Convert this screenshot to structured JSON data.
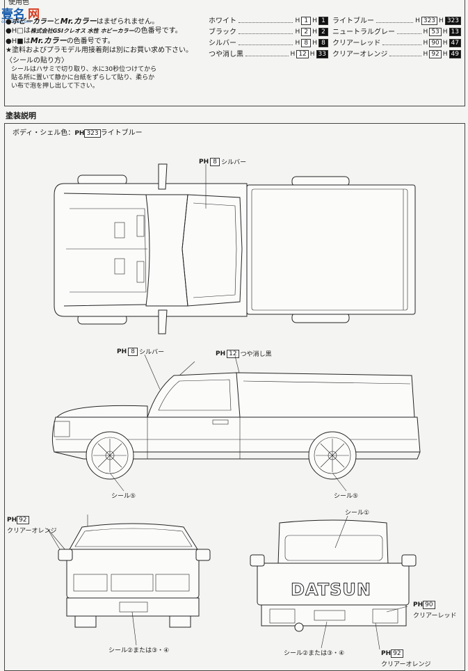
{
  "header": {
    "watermark_left": "壹名",
    "watermark_right": "网",
    "watermark_url": "ooo.show.com",
    "section_title": "使用色",
    "notes": [
      {
        "bullet": "●",
        "text_a": "ホビーカラー",
        "text_b": "と",
        "brand": "Mr.カラー",
        "text_c": "はまぜられません。"
      },
      {
        "bullet": "●H□",
        "text_a": "は",
        "maker": "株式会社GSIクレオス 水性 ホビーカラー",
        "text_c": "の色番号です。"
      },
      {
        "bullet": "●H■",
        "text_a": "は",
        "brand": "Mr.カラー",
        "text_c": "の色番号です。"
      },
      {
        "bullet": "★",
        "text_c": "塗料およびプラモデル用接着剤は別にお買い求め下さい。"
      }
    ],
    "sticker_title": "〈シールの貼り方〉",
    "sticker_text": [
      "シールはハサミで切り取り、水に30秒位つけてから",
      "貼る所に置いて静かに台紙をずらして貼り、柔らか",
      "い布で泡を押し出して下さい。"
    ]
  },
  "colors_left": [
    {
      "name": "ホワイト",
      "h1": "1",
      "h2": "1"
    },
    {
      "name": "ブラック",
      "h1": "2",
      "h2": "2"
    },
    {
      "name": "シルバー",
      "h1": "8",
      "h2": "8"
    },
    {
      "name": "つや消し黒",
      "h1": "12",
      "h2": "33"
    }
  ],
  "colors_right": [
    {
      "name": "ライトブルー",
      "h1": "323",
      "h2": "323"
    },
    {
      "name": "ニュートラルグレー",
      "h1": "53",
      "h2": "13"
    },
    {
      "name": "クリアーレッド",
      "h1": "90",
      "h2": "47"
    },
    {
      "name": "クリアーオレンジ",
      "h1": "92",
      "h2": "49"
    }
  ],
  "h_label": "H",
  "painting": {
    "title": "塗装説明",
    "body_color_label": "ボディ・シェル色：",
    "body_color_code": "323",
    "body_color_name": "ライトブルー",
    "ph": "PH"
  },
  "callouts": {
    "top_silver": {
      "code": "8",
      "name": "シルバー"
    },
    "side_silver": {
      "code": "8",
      "name": "シルバー"
    },
    "side_black": {
      "code": "12",
      "name": "つや消し黒"
    },
    "seal5_left": "シール⑤",
    "seal5_right": "シール⑤",
    "front_orange": {
      "code": "92",
      "name": "クリアーオレンジ"
    },
    "seal1": "シール①",
    "rear_red": {
      "code": "90",
      "name": "クリアーレッド"
    },
    "rear_orange": {
      "code": "92",
      "name": "クリアーオレンジ"
    },
    "front_seal": "シール②または③・④",
    "rear_seal": "シール②または③・④",
    "tailgate": "DATSUN"
  }
}
